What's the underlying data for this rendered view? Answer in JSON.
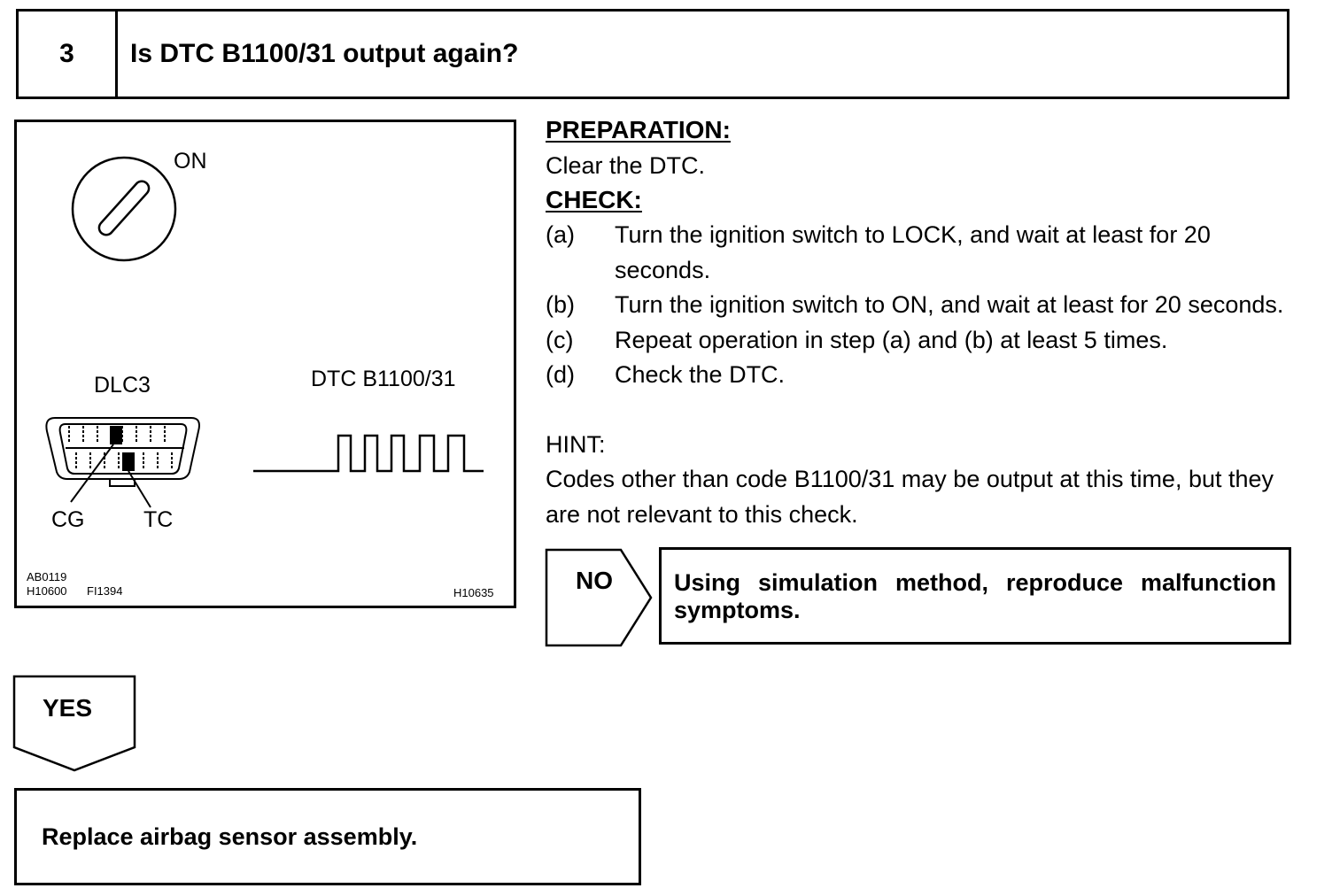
{
  "header": {
    "step_number": "3",
    "title": "Is DTC B1100/31 output again?"
  },
  "figure": {
    "switch_label": "ON",
    "connector_label": "DLC3",
    "signal_label": "DTC B1100/31",
    "pin_left_label": "CG",
    "pin_right_label": "TC",
    "ref_line_1": "AB0119",
    "ref_line_2": "H10600",
    "ref_line_2b": "FI1394",
    "ref_right": "H10635"
  },
  "preparation": {
    "heading": "PREPARATION:",
    "text": "Clear the DTC."
  },
  "check": {
    "heading": "CHECK:",
    "steps": [
      {
        "label": "(a)",
        "text": "Turn the ignition switch to LOCK, and wait at least for 20 seconds."
      },
      {
        "label": "(b)",
        "text": "Turn the ignition switch to ON, and wait at least for 20 seconds."
      },
      {
        "label": "(c)",
        "text": "Repeat operation in step (a) and (b) at least 5 times."
      },
      {
        "label": "(d)",
        "text": "Check the DTC."
      }
    ]
  },
  "hint": {
    "heading": "HINT:",
    "text": "Codes other than code B1100/31 may be output at this time, but they are not relevant to this check."
  },
  "no_branch": {
    "label": "NO",
    "result": "Using simulation method, reproduce malfunction symptoms."
  },
  "yes_branch": {
    "label": "YES",
    "result": "Replace airbag sensor assembly."
  }
}
